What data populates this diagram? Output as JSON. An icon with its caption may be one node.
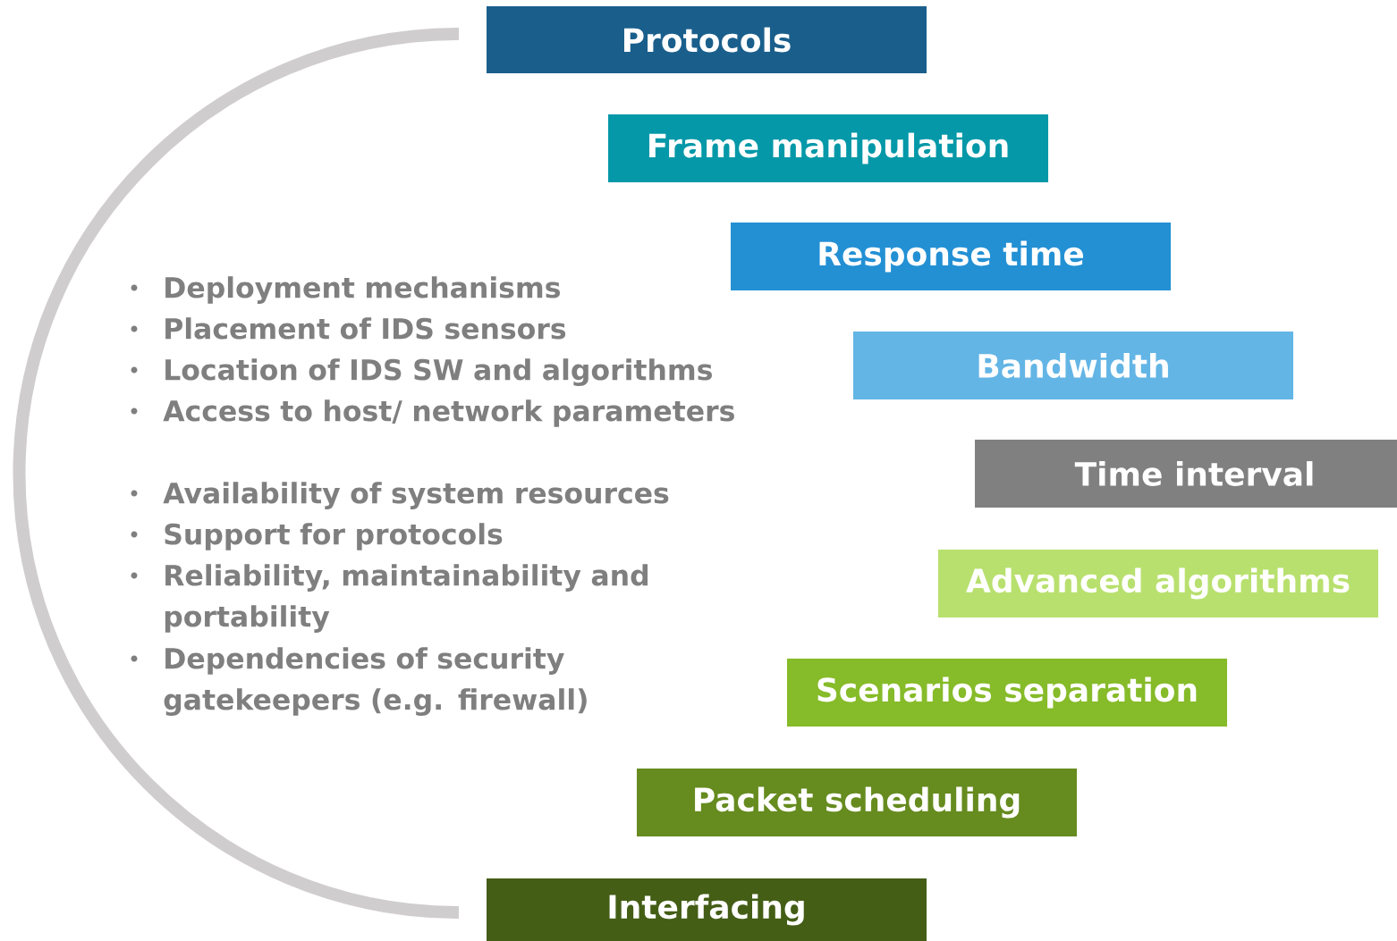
{
  "diagram": {
    "nodes": [
      {
        "text": [
          "Protocols"
        ]
      },
      {
        "text": [
          "Frame manipulation"
        ]
      },
      {
        "text": [
          "Response time"
        ]
      },
      {
        "text": [
          "Bandwidth"
        ]
      },
      {
        "text": [
          "Time interval"
        ]
      },
      {
        "text": [
          "Advanced algorithms"
        ]
      },
      {
        "text": [
          "Scenarios separation"
        ]
      },
      {
        "text": [
          "Packet scheduling"
        ]
      },
      {
        "text": [
          "Interfacing"
        ]
      }
    ],
    "labels": [
      "Deployment mechanisms",
      "Placement of IDS sensors",
      "Location of IDS SW and algorithms",
      "Access to host/ network parameters",
      "Availability of system resources",
      "Support for protocols",
      "Reliability, maintainability and portability",
      "Dependencies of security gatekeepers (e.g. firewall)"
    ]
  }
}
